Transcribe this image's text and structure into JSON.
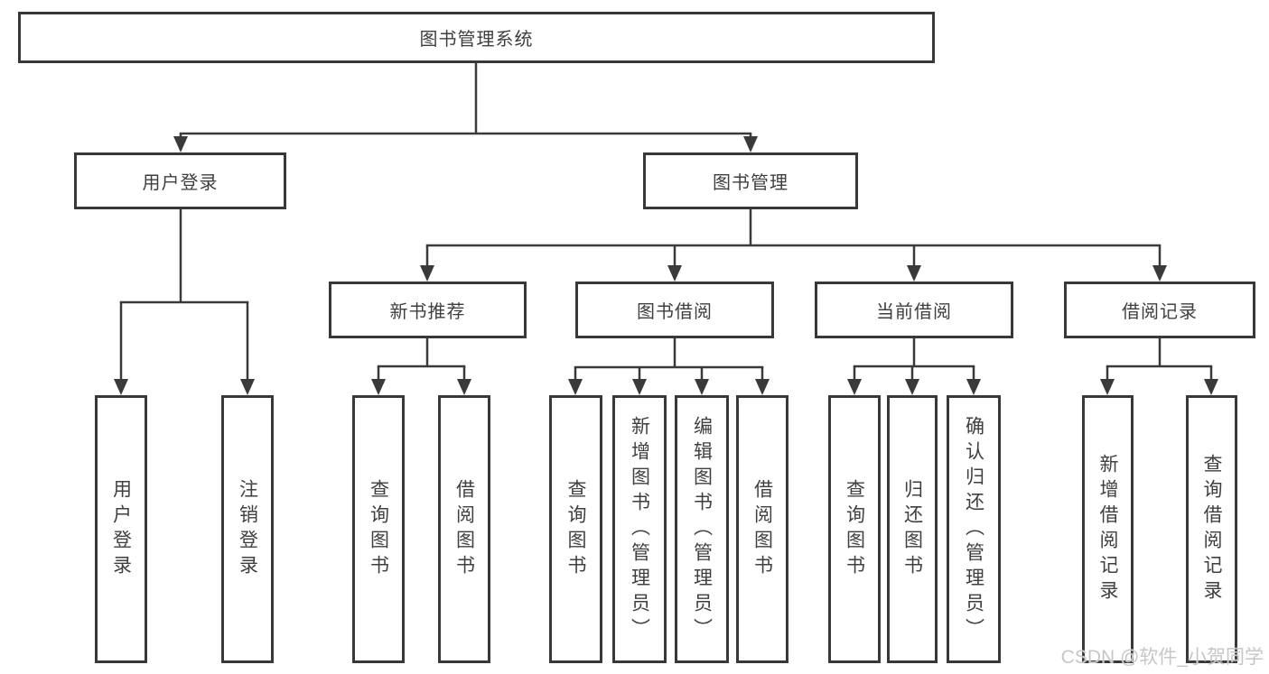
{
  "colors": {
    "background": "#ffffff",
    "line": "#3a3a3a",
    "box_border": "#383838",
    "text": "#3f3f3f",
    "watermark_text": "#c6c6c6"
  },
  "tree": {
    "root": "图书管理系统",
    "branches": [
      {
        "label": "用户登录",
        "children": [
          {
            "label": "用户登录"
          },
          {
            "label": "注销登录"
          }
        ]
      },
      {
        "label": "图书管理",
        "children": [
          {
            "label": "新书推荐",
            "children": [
              {
                "label": "查询图书"
              },
              {
                "label": "借阅图书"
              }
            ]
          },
          {
            "label": "图书借阅",
            "children": [
              {
                "label": "查询图书"
              },
              {
                "label": "新增图书（管理员）"
              },
              {
                "label": "编辑图书（管理员）"
              },
              {
                "label": "借阅图书"
              }
            ]
          },
          {
            "label": "当前借阅",
            "children": [
              {
                "label": "查询图书"
              },
              {
                "label": "归还图书"
              },
              {
                "label": "确认归还（管理员）"
              }
            ]
          },
          {
            "label": "借阅记录",
            "children": [
              {
                "label": "新增借阅记录"
              },
              {
                "label": "查询借阅记录"
              }
            ]
          }
        ]
      }
    ]
  },
  "watermark": {
    "text": "CSDN @软件_小贺同学"
  }
}
